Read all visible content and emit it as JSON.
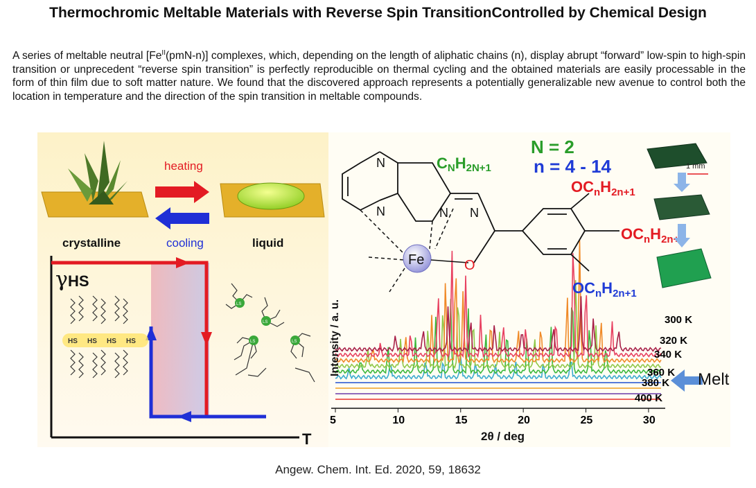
{
  "title": "Thermochromic Meltable Materials with Reverse Spin TransitionControlled by Chemical Design",
  "abstract": {
    "part1": "A series of meltable neutral [Fe",
    "sup": "II",
    "part2": "(pmN-n)] complexes, which, depending on the length of aliphatic chains (n), display abrupt “forward” low-spin to high-spin transition or unprecedent “reverse spin transition” is perfectly reproducible on thermal cycling and the obtained materials are easily processable in the form of thin film due to soft matter nature. We found that the discovered approach represents a potentially generalizable new avenue to control both the location in temperature and the direction of the spin transition in meltable compounds."
  },
  "figure": {
    "left_panel": {
      "heating": "heating",
      "cooling": "cooling",
      "crystalline": "crystalline",
      "liquid": "liquid",
      "y_label": "γ",
      "y_sub": "HS",
      "x_label": "T",
      "hs_label": "HS",
      "ls_label": "LS"
    },
    "molecule": {
      "n_atom": "N",
      "fe": "Fe",
      "o_atom": "O",
      "chain_main": "C",
      "chain_main_sub": "N",
      "chain_main_h": "H",
      "chain_main_hsub": "2N+1",
      "oc": "OC",
      "oc_sub": "n",
      "oc_h": "H",
      "oc_hsub": "2n+1",
      "N_eq": "N = 2",
      "n_eq": "n = 4 - 14"
    },
    "scale_bar": "1 mm",
    "melt": "Melt",
    "colors": {
      "heating_red": "#e31b23",
      "cooling_blue": "#1f2fd6",
      "green_label": "#2a9d2a",
      "blue_label": "#1f3bd6",
      "melt_arrow": "#5b8fd8"
    }
  },
  "chart_data": {
    "type": "line",
    "title": "",
    "xlabel": "2θ / deg",
    "ylabel": "Intensity / a. u.",
    "xlim": [
      5,
      31
    ],
    "xticks": [
      5,
      10,
      15,
      20,
      25,
      30
    ],
    "series": [
      {
        "name": "400 K",
        "color": "#e8302a",
        "baseline": 0,
        "peaks": []
      },
      {
        "name": "380 K",
        "color": "#6a3aa8",
        "baseline": 1,
        "peaks": []
      },
      {
        "name": "380 K",
        "color": "#f0a020",
        "baseline": 2,
        "peaks": []
      },
      {
        "name": "360 K",
        "color": "#2050d0",
        "baseline": 3,
        "peaks": []
      },
      {
        "name": "360 K",
        "color": "#3aaad0",
        "baseline": 4,
        "peaks": [
          [
            6.1,
            0.3
          ],
          [
            9.4,
            0.6
          ],
          [
            12.2,
            0.7
          ],
          [
            13.6,
            0.6
          ],
          [
            15.0,
            1.0
          ],
          [
            16.2,
            0.6
          ],
          [
            17.8,
            0.5
          ],
          [
            19.4,
            0.6
          ],
          [
            21.6,
            0.5
          ],
          [
            23.8,
            0.8
          ]
        ]
      },
      {
        "name": "340 K",
        "color": "#3cb83c",
        "baseline": 5,
        "peaks": [
          [
            7.0,
            0.5
          ],
          [
            9.2,
            0.9
          ],
          [
            11.4,
            1.3
          ],
          [
            13.0,
            2.1
          ],
          [
            14.2,
            2.7
          ],
          [
            15.6,
            2.3
          ],
          [
            17.0,
            1.5
          ],
          [
            18.7,
            1.6
          ],
          [
            20.3,
            1.3
          ],
          [
            22.2,
            1.8
          ],
          [
            23.9,
            3.2
          ],
          [
            25.3,
            1.8
          ],
          [
            26.6,
            1.0
          ]
        ]
      },
      {
        "name": "340 K",
        "color": "#90c848",
        "baseline": 6,
        "peaks": [
          [
            7.6,
            0.6
          ],
          [
            10.2,
            1.0
          ],
          [
            12.4,
            1.4
          ],
          [
            13.6,
            2.2
          ],
          [
            14.8,
            2.8
          ],
          [
            16.0,
            1.8
          ],
          [
            18.1,
            1.3
          ],
          [
            20.9,
            1.1
          ],
          [
            24.2,
            3.4
          ],
          [
            25.8,
            1.5
          ]
        ]
      },
      {
        "name": "320 K",
        "color": "#f08a28",
        "baseline": 7,
        "peaks": [
          [
            8.0,
            0.5
          ],
          [
            10.6,
            0.9
          ],
          [
            12.7,
            1.6
          ],
          [
            13.8,
            3.0
          ],
          [
            14.6,
            3.6
          ],
          [
            15.2,
            2.6
          ],
          [
            17.4,
            1.5
          ],
          [
            19.6,
            1.2
          ],
          [
            21.4,
            1.3
          ],
          [
            23.5,
            2.4
          ],
          [
            24.5,
            4.4
          ],
          [
            26.2,
            1.5
          ]
        ]
      },
      {
        "name": "320 K",
        "color": "#e84060",
        "baseline": 8,
        "peaks": [
          [
            8.6,
            0.4
          ],
          [
            11.0,
            0.8
          ],
          [
            13.2,
            2.4
          ],
          [
            14.3,
            3.9
          ],
          [
            15.4,
            2.8
          ],
          [
            16.6,
            1.4
          ],
          [
            18.4,
            1.2
          ],
          [
            20.2,
            1.0
          ],
          [
            22.6,
            1.3
          ],
          [
            24.0,
            4.6
          ],
          [
            25.0,
            2.6
          ],
          [
            27.1,
            1.2
          ]
        ]
      },
      {
        "name": "300 K",
        "color": "#a82048",
        "baseline": 9,
        "peaks": [
          [
            9.8,
            0.5
          ],
          [
            12.0,
            0.8
          ],
          [
            14.0,
            1.6
          ],
          [
            15.8,
            1.1
          ],
          [
            17.7,
            0.9
          ],
          [
            19.9,
            0.8
          ],
          [
            22.4,
            0.9
          ],
          [
            24.6,
            1.9
          ],
          [
            25.6,
            1.2
          ],
          [
            27.6,
            0.8
          ]
        ]
      }
    ],
    "temperature_labels": [
      "300 K",
      "320 K",
      "340 K",
      "360 K",
      "380 K",
      "400 K"
    ]
  },
  "citation": "Angew. Chem. Int. Ed. 2020, 59, 18632"
}
